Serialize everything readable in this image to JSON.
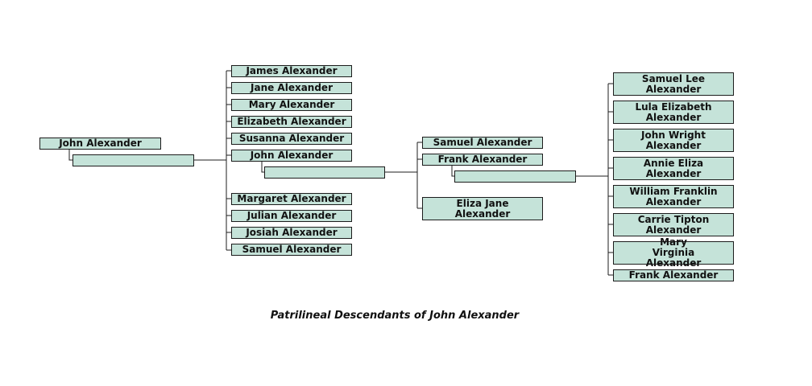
{
  "diagram": {
    "root": {
      "label": "John Alexander"
    },
    "generation2": {
      "children": [
        "James Alexander",
        "Jane Alexander",
        "Mary Alexander",
        "Elizabeth Alexander",
        "Susanna Alexander",
        "John Alexander",
        "Margaret Alexander",
        "Julian Alexander",
        "Josiah Alexander",
        "Samuel Alexander"
      ]
    },
    "generation3": {
      "children": [
        "Samuel Alexander",
        "Frank Alexander",
        "Eliza Jane Alexander"
      ]
    },
    "generation4": {
      "children": [
        "Samuel Lee Alexander",
        "Lula Elizabeth Alexander",
        "John Wright Alexander",
        "Annie Eliza Alexander",
        "William Franklin Alexander",
        "Carrie Tipton Alexander",
        "Mary Virginia Alexander",
        "Frank Alexander"
      ]
    },
    "caption": "Patrilineal Descendants of John Alexander",
    "colors": {
      "box_fill": "#c5e3d9",
      "line": "#1c1c1c",
      "text": "#111111"
    }
  }
}
